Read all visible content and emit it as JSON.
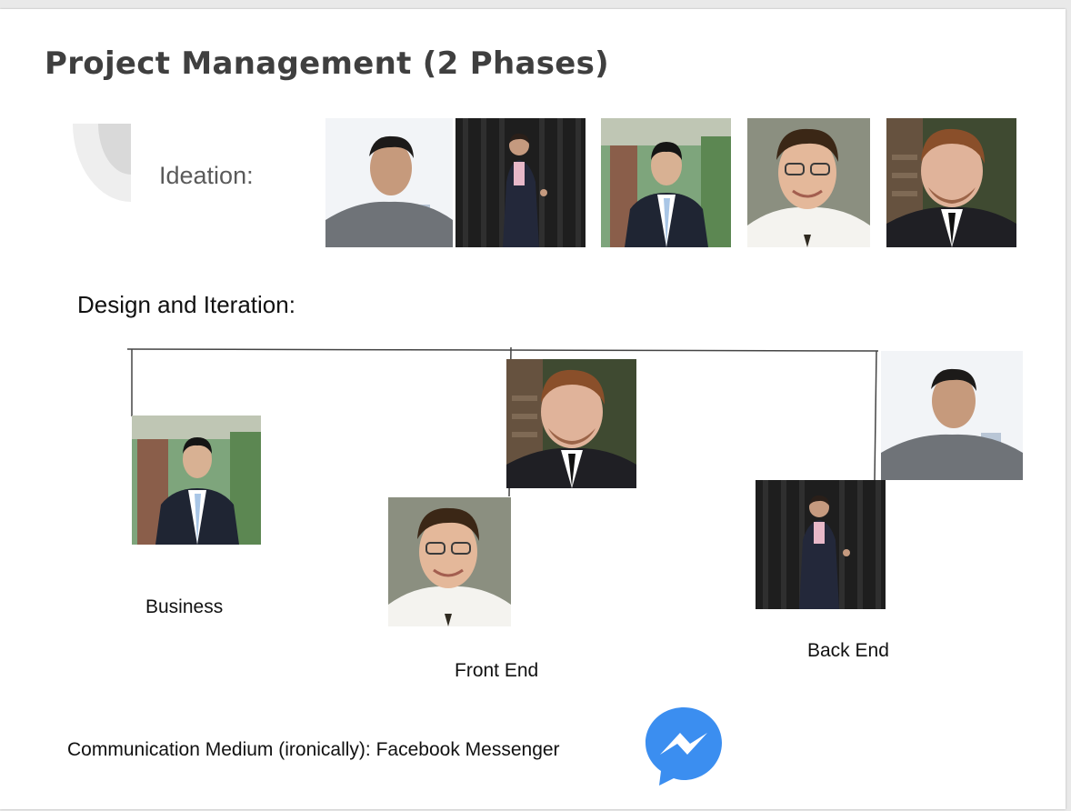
{
  "slide": {
    "title": "Project Management (2 Phases)",
    "ideation_label": "Ideation:",
    "design_label": "Design and Iteration:",
    "roles": {
      "business": "Business",
      "front_end": "Front End",
      "back_end": "Back End"
    },
    "footer": "Communication Medium (ironically): Facebook Messenger",
    "icons": {
      "decoration": "quarter-circle-decoration",
      "messenger": "messenger-icon"
    },
    "colors": {
      "title": "#3f3f3f",
      "messenger_blue": "#3b8ef0",
      "tree_line": "#444444"
    }
  }
}
